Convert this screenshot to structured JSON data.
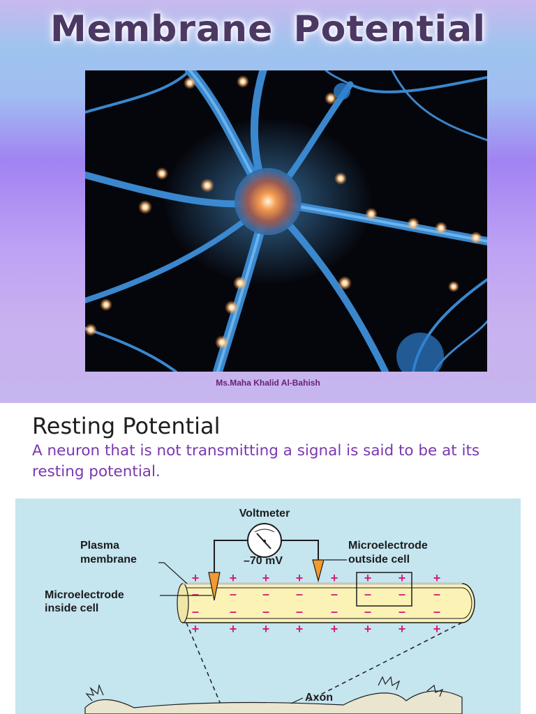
{
  "slide1": {
    "title": "Membrane  Potential",
    "author": "Ms.Maha Khalid Al-Bahish"
  },
  "slide2": {
    "heading": "Resting Potential",
    "body": "A neuron that is not transmitting a signal is said to be at its resting potential.",
    "diagram": {
      "voltmeter": "Voltmeter",
      "reading": "–70 mV",
      "plasma_line1": "Plasma",
      "plasma_line2": "membrane",
      "inside_line1": "Microelectrode",
      "inside_line2": "inside cell",
      "outside_line1": "Microelectrode",
      "outside_line2": "outside cell",
      "axon": "Axon",
      "plus": "+",
      "minus": "–"
    }
  }
}
